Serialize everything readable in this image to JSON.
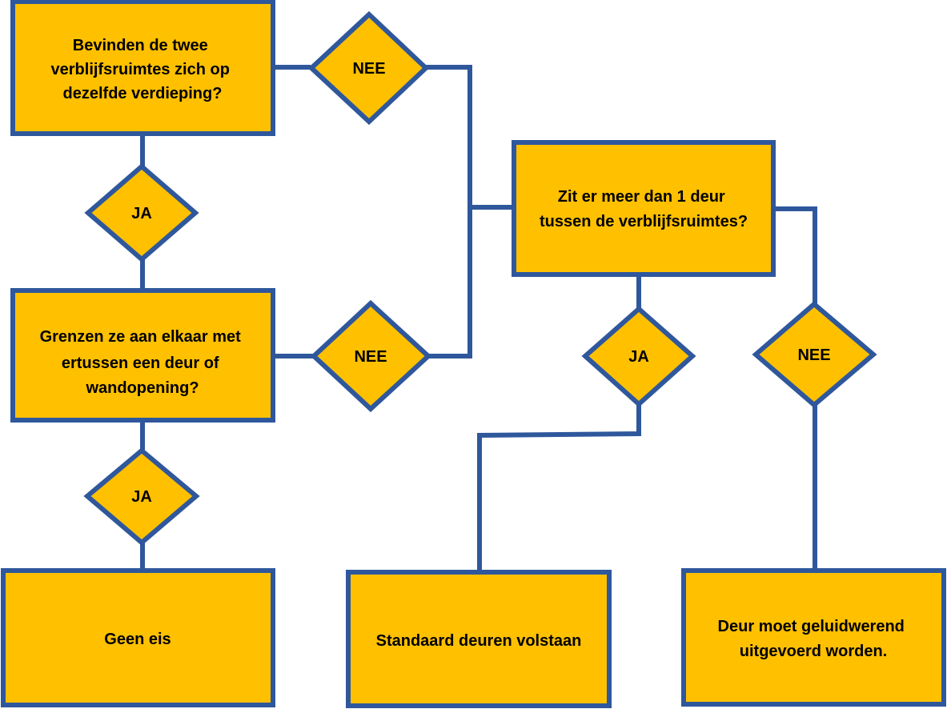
{
  "colors": {
    "fill": "#FFC000",
    "stroke": "#2F579C",
    "text": "#000000"
  },
  "boxes": {
    "q1": {
      "lines": [
        "Bevinden de twee",
        "verblijfsruimtes zich op",
        "dezelfde verdieping?"
      ]
    },
    "q2": {
      "lines": [
        "Grenzen  ze aan elkaar met",
        "ertussen een deur of",
        "wandopening?"
      ]
    },
    "q3": {
      "lines": [
        "Zit er meer dan 1 deur",
        "tussen de verblijfsruimtes?"
      ]
    },
    "r1": {
      "lines": [
        "Geen eis"
      ]
    },
    "r2": {
      "lines": [
        "Standaard deuren volstaan"
      ]
    },
    "r3": {
      "lines": [
        "Deur moet geluidwerend",
        "uitgevoerd worden."
      ]
    }
  },
  "decisions": {
    "d_q1_nee": "NEE",
    "d_q1_ja": "JA",
    "d_q2_nee": "NEE",
    "d_q2_ja": "JA",
    "d_q3_ja": "JA",
    "d_q3_nee": "NEE"
  }
}
